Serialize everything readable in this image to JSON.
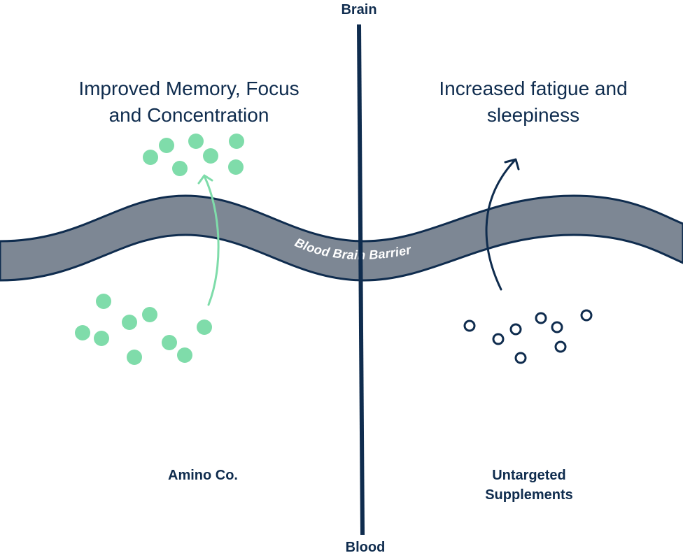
{
  "top_label": "Brain",
  "bottom_label": "Blood",
  "barrier_label": "Blood Brain Barrier",
  "left": {
    "benefit_line1": "Improved Memory, Focus",
    "benefit_line2": "and Concentration",
    "product_label": "Amino Co."
  },
  "right": {
    "effect_line1": "Increased fatigue and",
    "effect_line2": "sleepiness",
    "product_label_line1": "Untargeted",
    "product_label_line2": "Supplements"
  },
  "colors": {
    "navy": "#0f2c4e",
    "barrier_fill": "#7d8794",
    "mint": "#7fdcaa",
    "text": "#0f2c4e"
  }
}
